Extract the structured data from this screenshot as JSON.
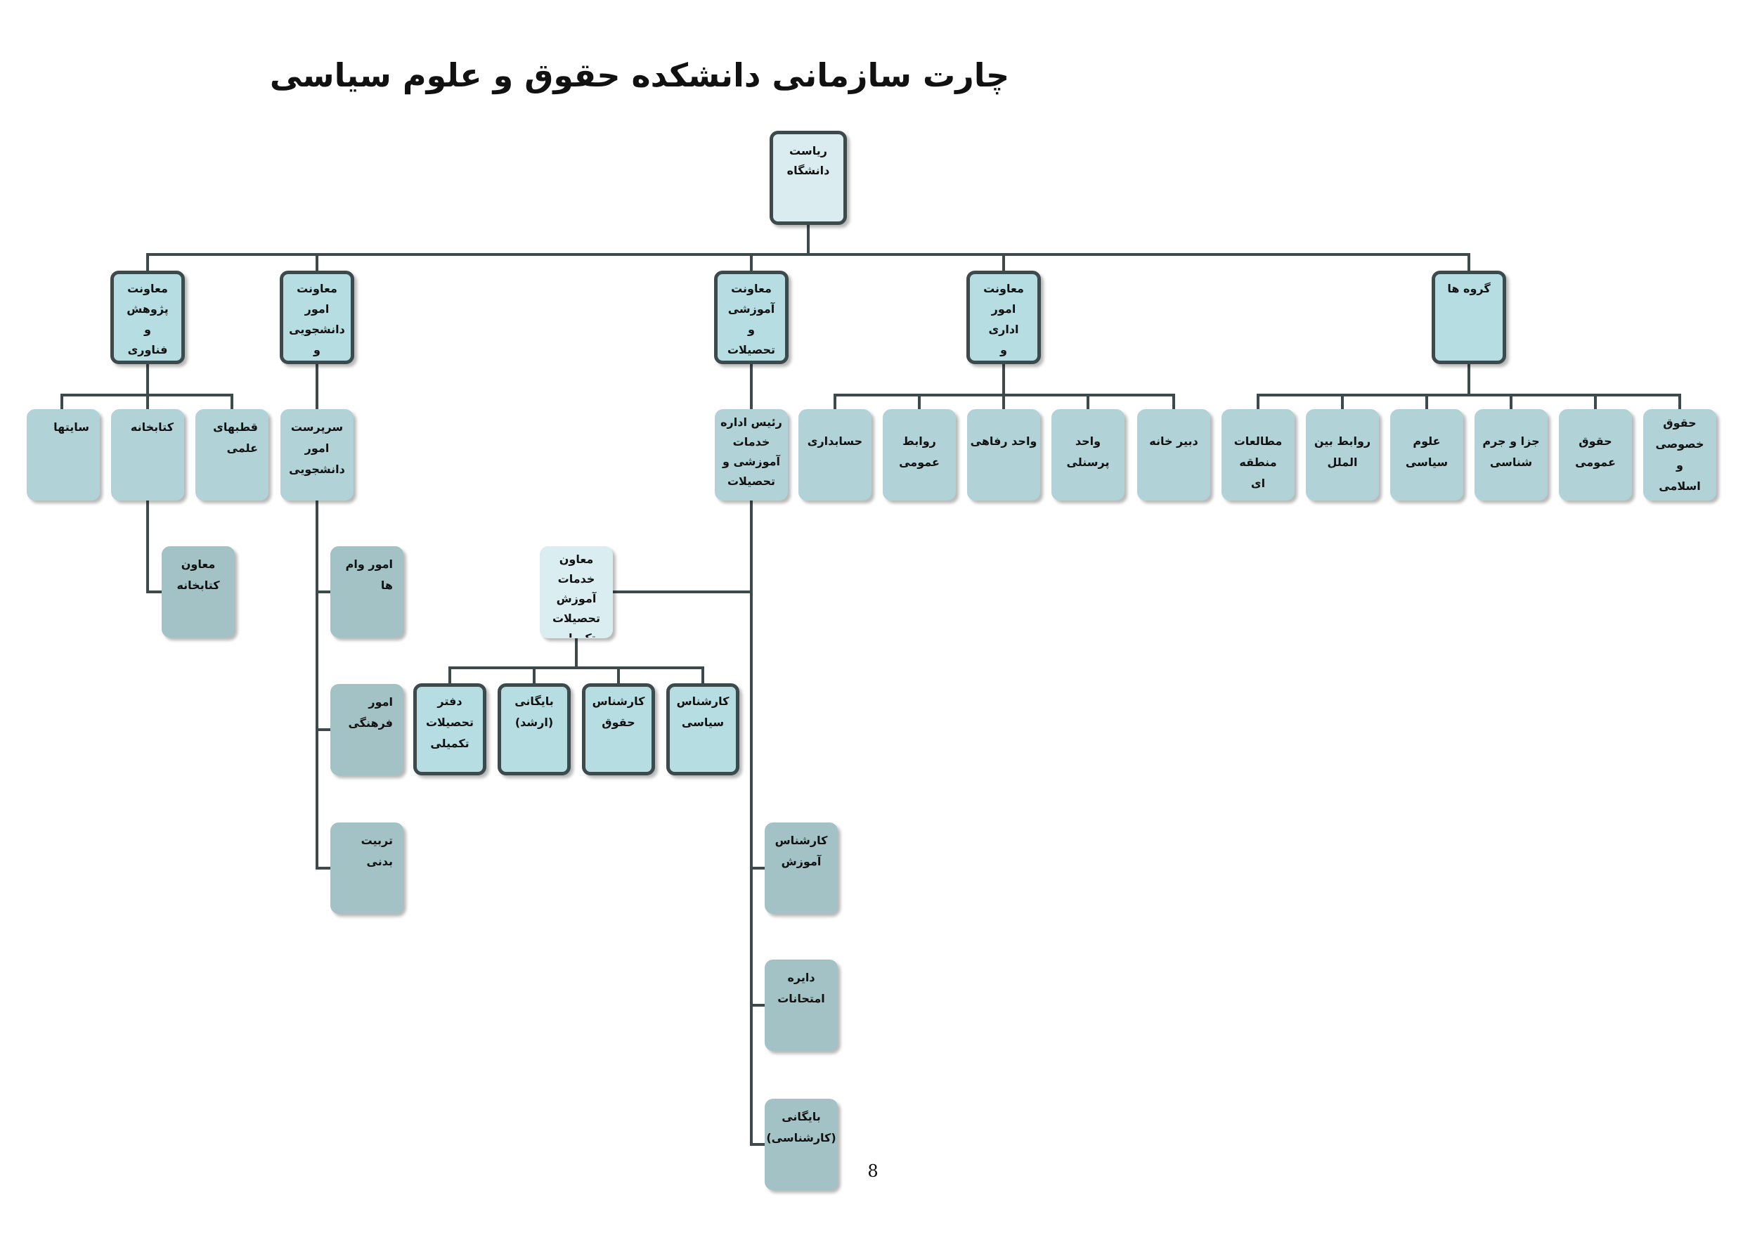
{
  "title": "چارت سازمانی دانشکده حقوق و علوم سیاسی",
  "page_number": "8",
  "nodes": {
    "presidency": "ریاست\nدانشگاه",
    "research_deputy": "معاونت\nپژوهش\nو\nفناوری",
    "student_deputy": "معاونت امور\nدانشجویی\nو\nفرهنگی",
    "education_deputy": "معاونت\nآموزشی\nو\nتحصیلات",
    "admin_deputy": "معاونت امور\nاداری\nو\nمالی",
    "departments": "گروه ها",
    "sites": "سایتها",
    "library": "کتابخانه",
    "scientific_poles": "قطبهای علمی",
    "library_deputy": "معاون\nکتابخانه",
    "student_affairs_supervisor": "سرپرست\nامور دانشجویی",
    "loans_affairs": "امور وام ها",
    "cultural_affairs": "امور فرهنگی",
    "physical_education": "تربیت بدنی",
    "education_services_head": "رئیس اداره\nخدمات\nآموزشی و\nتحصیلات",
    "graduate_services_deputy": "معاون خدمات\nآموزش\nتحصیلات\nتکمیلی",
    "graduate_office": "دفتر\nتحصیلات\nتکمیلی",
    "archive_masters": "بایگانی\n(ارشد)",
    "law_expert": "کارشناس\nحقوق",
    "politics_expert": "کارشناس\nسیاسی",
    "education_expert": "کارشناس\nآموزش",
    "exams_office": "دایره امتحانات",
    "archive_bachelor": "بایگانی\n(کارشناسی)",
    "accounting": "حسابداری",
    "public_relations": "روابط عمومی",
    "welfare_unit": "واحد رفاهی",
    "personnel_unit": "واحد پرسنلی",
    "secretariat": "دبیر خانه",
    "regional_studies": "مطالعات منطقه\nای",
    "international_relations": "روابط بین\nالملل",
    "political_science": "علوم سیاسی",
    "criminal_law": "جزا و جرم\nشناسی",
    "public_law": "حقوق عمومی",
    "private_islamic_law": "حقوق خصوصی\nو\nاسلامی"
  },
  "colors": {
    "line": "#3d4a4c",
    "head_fill": "#dbecf1",
    "manager_fill": "#b6dde1",
    "unit_fill": "#b1d2d6",
    "sub_fill": "#a3c2c5",
    "service_fill": "#daedf1"
  }
}
